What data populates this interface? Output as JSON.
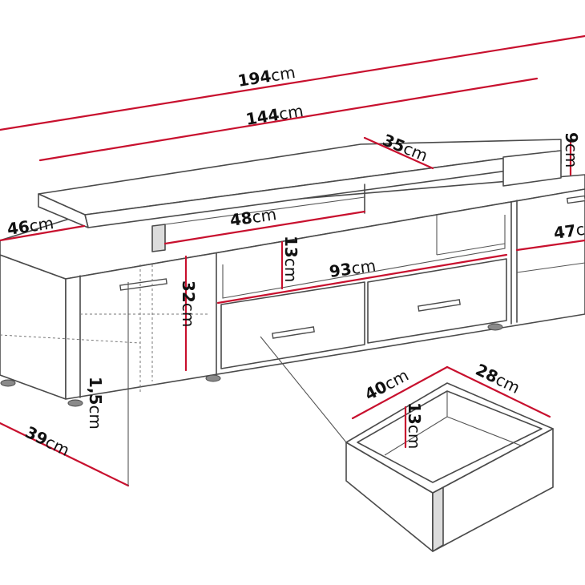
{
  "dimensions": {
    "total_width": {
      "value": "194",
      "unit": "cm"
    },
    "upper_width": {
      "value": "144",
      "unit": "cm"
    },
    "upper_depth": {
      "value": "35",
      "unit": "cm"
    },
    "upper_height": {
      "value": "9",
      "unit": "cm"
    },
    "side_depth": {
      "value": "46",
      "unit": "cm"
    },
    "shelf_width": {
      "value": "48",
      "unit": "cm"
    },
    "side_depth_right": {
      "value": "47",
      "unit": "cm"
    },
    "niche_height": {
      "value": "13",
      "unit": "cm"
    },
    "drawer_section_width": {
      "value": "93",
      "unit": "cm"
    },
    "cabinet_height": {
      "value": "32",
      "unit": "cm"
    },
    "foot_height": {
      "value": "1,5",
      "unit": "cm"
    },
    "base_depth": {
      "value": "39",
      "unit": "cm"
    },
    "drawer_width": {
      "value": "40",
      "unit": "cm"
    },
    "drawer_depth": {
      "value": "28",
      "unit": "cm"
    },
    "drawer_height": {
      "value": "13",
      "unit": "cm"
    }
  },
  "colors": {
    "dimension_line": "#c8102e",
    "outline": "#4a4a4a"
  }
}
